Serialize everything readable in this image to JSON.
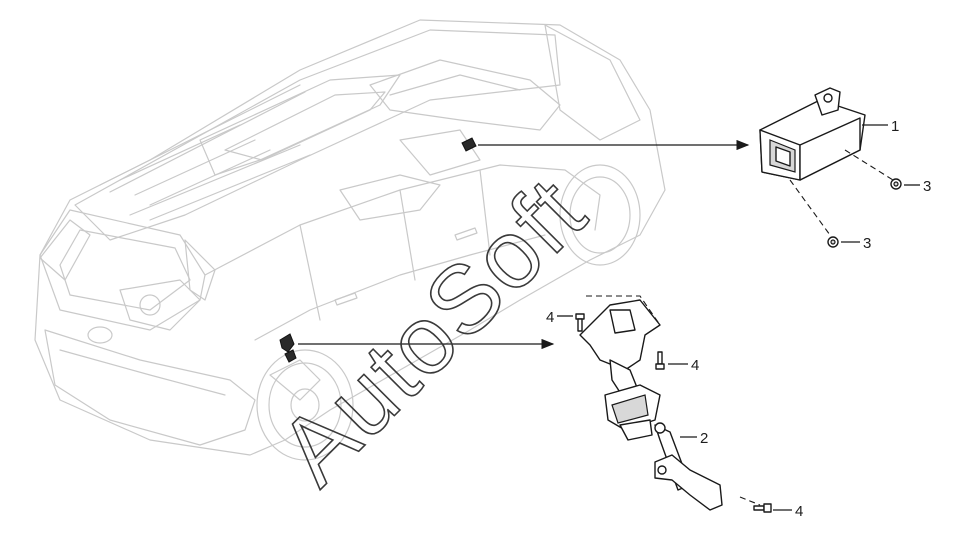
{
  "diagram": {
    "watermark": "AutoSoft",
    "callouts": [
      {
        "id": "1",
        "label": "1",
        "part": "sensor-unit"
      },
      {
        "id": "2",
        "label": "2",
        "part": "leveling-sensor-bracket"
      },
      {
        "id": "3a",
        "label": "3",
        "part": "nut"
      },
      {
        "id": "3b",
        "label": "3",
        "part": "nut"
      },
      {
        "id": "4a",
        "label": "4",
        "part": "bolt"
      },
      {
        "id": "4b",
        "label": "4",
        "part": "bolt"
      },
      {
        "id": "4c",
        "label": "4",
        "part": "bolt"
      }
    ]
  }
}
